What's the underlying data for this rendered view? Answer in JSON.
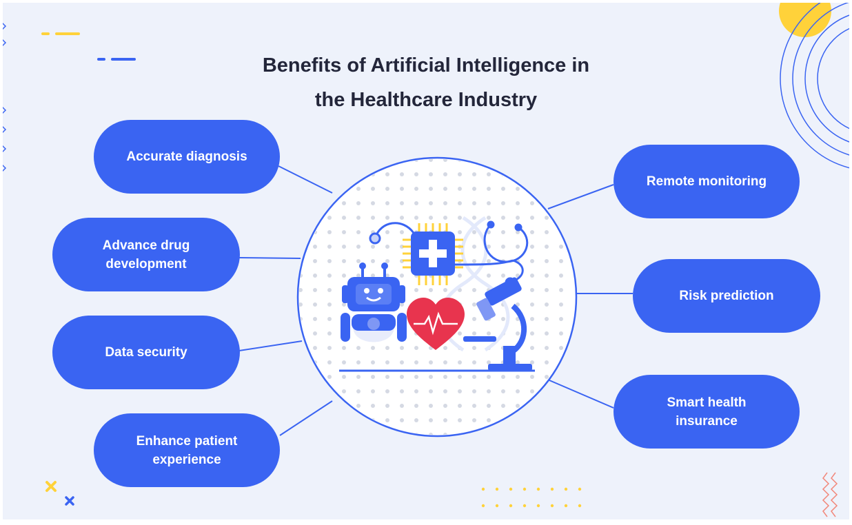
{
  "title": {
    "line1": "Benefits of Artificial Intelligence in",
    "line2": "the Healthcare Industry"
  },
  "left_benefits": [
    {
      "lines": [
        "Accurate diagnosis"
      ]
    },
    {
      "lines": [
        "Advance drug",
        "development"
      ]
    },
    {
      "lines": [
        "Data security"
      ]
    },
    {
      "lines": [
        "Enhance patient",
        "experience"
      ]
    }
  ],
  "right_benefits": [
    {
      "lines": [
        "Remote monitoring"
      ]
    },
    {
      "lines": [
        "Risk prediction"
      ]
    },
    {
      "lines": [
        "Smart health",
        "insurance"
      ]
    }
  ],
  "center_illustration": {
    "icons": [
      "robot-icon",
      "ai-chip-medical-cross-icon",
      "stethoscope-icon",
      "heart-pulse-icon",
      "microscope-icon",
      "dna-helix-icon"
    ]
  },
  "colors": {
    "background": "#eef2fb",
    "pill": "#3a64f2",
    "pill_text": "#ffffff",
    "title_text": "#23263a",
    "accent_yellow": "#ffd23a",
    "heart_red": "#e8344e",
    "circle_outline": "#3a64f2"
  }
}
